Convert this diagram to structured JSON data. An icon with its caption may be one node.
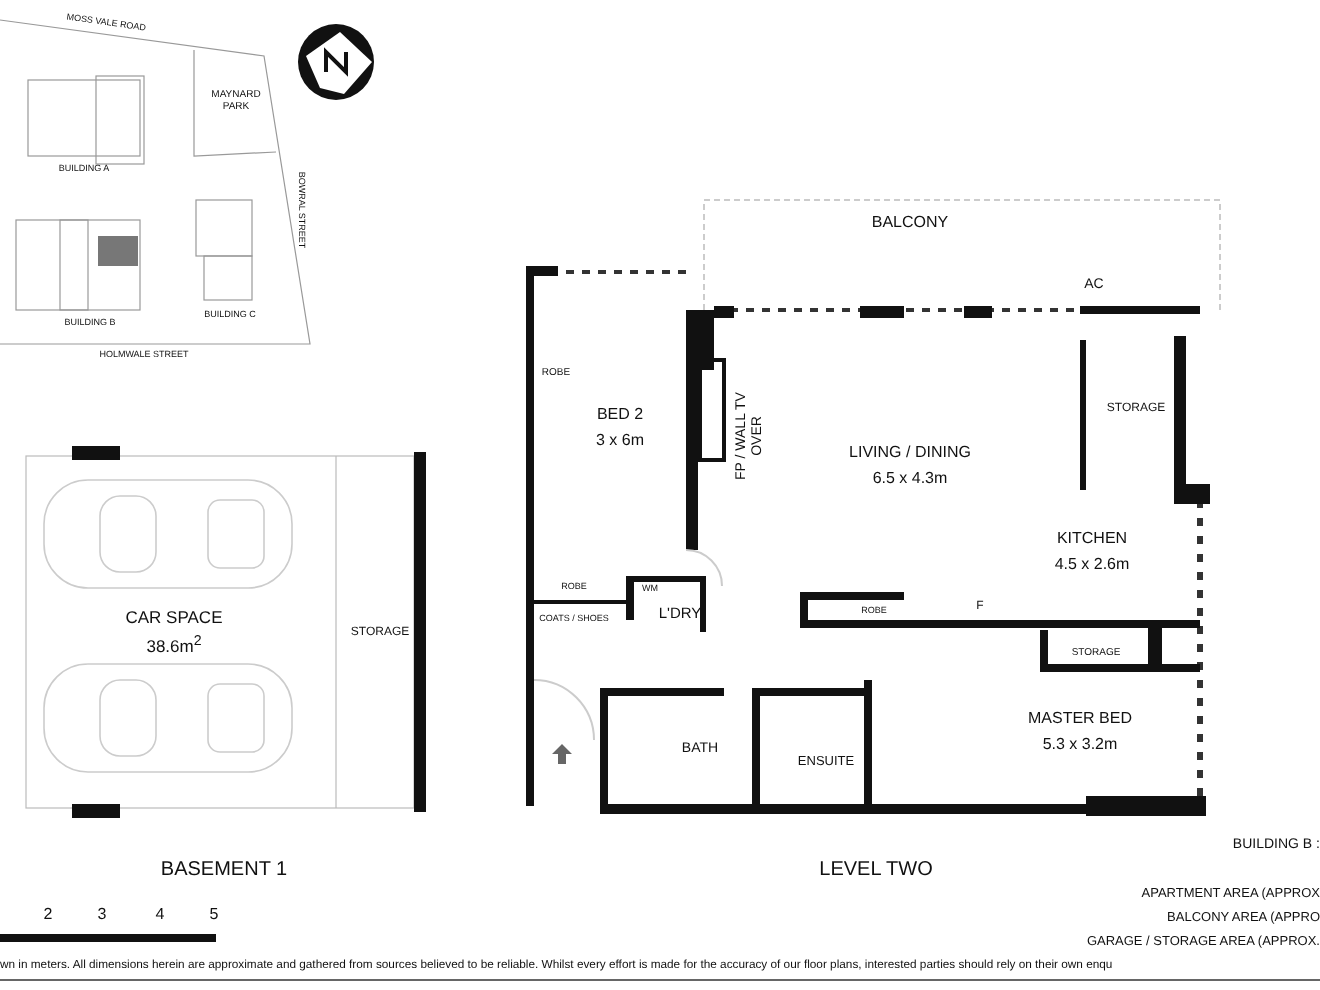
{
  "diagram": {
    "labels": [
      "MOSS VALE ROAD",
      "MAYNARD PARK",
      "BUILDING A",
      "BOWRAL STREET",
      "BUILDING B",
      "BUILDING C",
      "HOLMWALE STREET",
      "BALCONY",
      "AC",
      "ROBE",
      "BED 2",
      "3 x 6m",
      "FP / WALL TV OVER",
      "STORAGE",
      "LIVING / DINING",
      "6.5 x 4.3m",
      "KITCHEN",
      "4.5 x 2.6m",
      "ROBE",
      "WM",
      "CAR SPACE",
      "38.6m$^{2}$",
      "STORAGE",
      "COATS / SHOES",
      "L'DRY",
      "F",
      "ROBE",
      "STORAGE",
      "BATH",
      "MASTER BED",
      "5.3 x 3.2m",
      "ENSUITE",
      "BUILDING B :",
      "BASEMENT 1",
      "LEVEL TWO",
      "APARTMENT AREA (APPROX",
      "2",
      "3",
      "4",
      "5",
      "BALCONY AREA (APPRO",
      "GARAGE / STORAGE AREA (APPROX.",
      "wn in meters. All dimensions herein are approximate and gathered from sources believed to be  reliable. Whilst every effort is made for the accuracy of our floor plans, interested parties should rely on their own enqu"
    ]
  }
}
